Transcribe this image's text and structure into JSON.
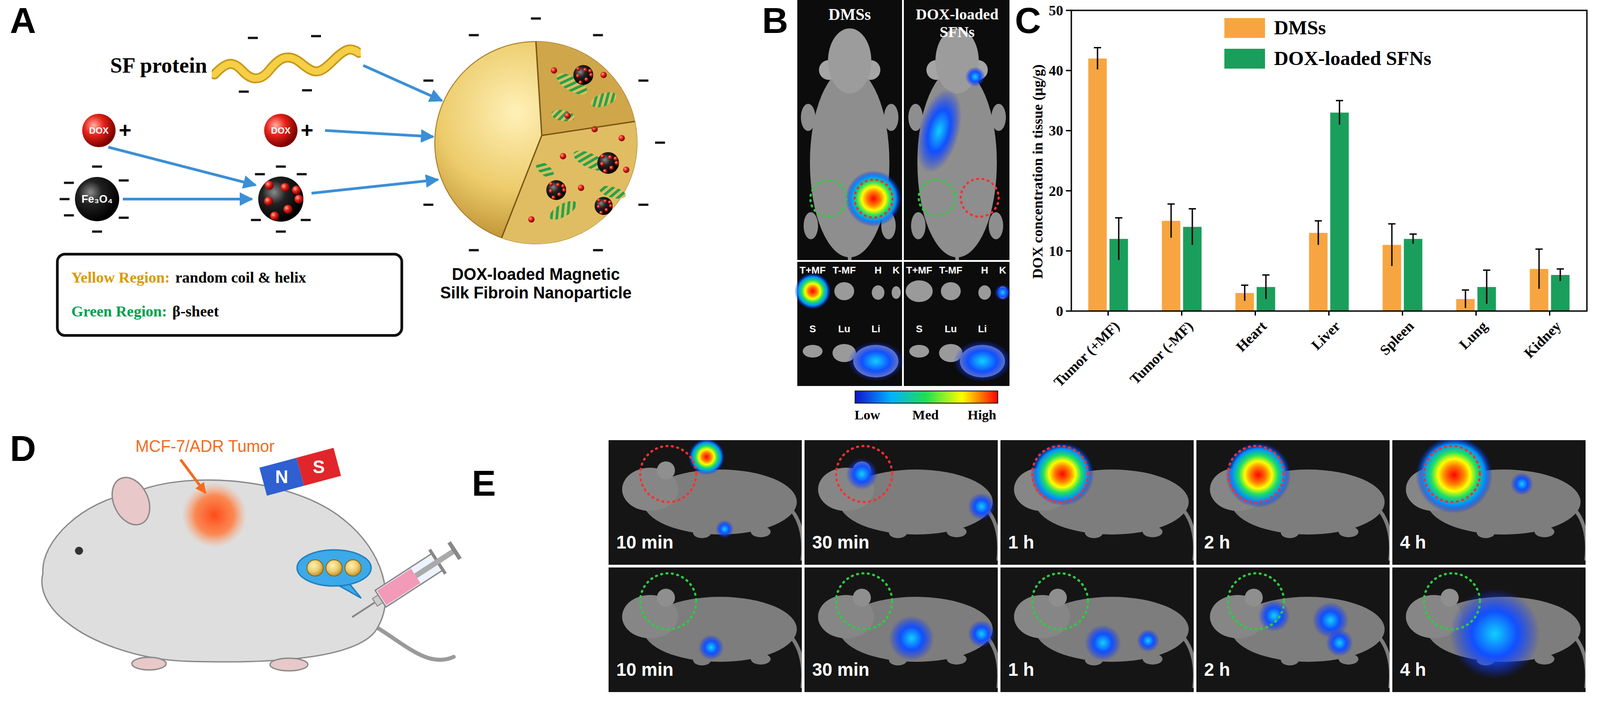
{
  "diagram": {
    "nodes": [
      {
        "text": [
          "SF protein"
        ]
      },
      {
        "text": [
          "DOX",
          "+"
        ]
      },
      {
        "text": [
          "DOX",
          "+"
        ]
      },
      {
        "text": [
          "Fe₃O₄"
        ]
      },
      {
        "text": [
          "DOX-loaded Magnetic Silk Fibroin Nanoparticle"
        ]
      },
      {
        "text": [
          "Yellow Region:",
          "random coil & helix",
          "Green Region:",
          "β-sheet"
        ]
      }
    ],
    "edges": [
      {
        "from": 0,
        "to": 4,
        "arrow": "to"
      },
      {
        "from": 2,
        "to": 4,
        "arrow": "to"
      }
    ],
    "labels": [
      "A",
      "B",
      "C",
      "D",
      "E",
      "DMSs",
      "DOX-loaded SFNs",
      "T+MF",
      "T-MF",
      "H",
      "K",
      "S",
      "Lu",
      "Li",
      "T+MF",
      "T-MF",
      "H",
      "K",
      "S",
      "Lu",
      "Li",
      "Low",
      "Med",
      "High",
      "DOX concentration in tissue (μg/g)",
      "0",
      "10",
      "20",
      "30",
      "40",
      "50",
      "Tumor (+MF)",
      "Tumor (-MF)",
      "Heart",
      "Liver",
      "Spleen",
      "Lung",
      "Kidney",
      "MCF-7/ADR Tumor",
      "N",
      "S",
      "10 min",
      "30 min",
      "1 h",
      "2 h",
      "4 h",
      "10 min",
      "30 min",
      "1 h",
      "2 h",
      "4 h"
    ],
    "legend": [
      {
        "text": "DMSs",
        "color": "#f7a541"
      },
      {
        "text": "DOX-loaded SFNs",
        "color": "#1a9e5c"
      }
    ]
  }
}
